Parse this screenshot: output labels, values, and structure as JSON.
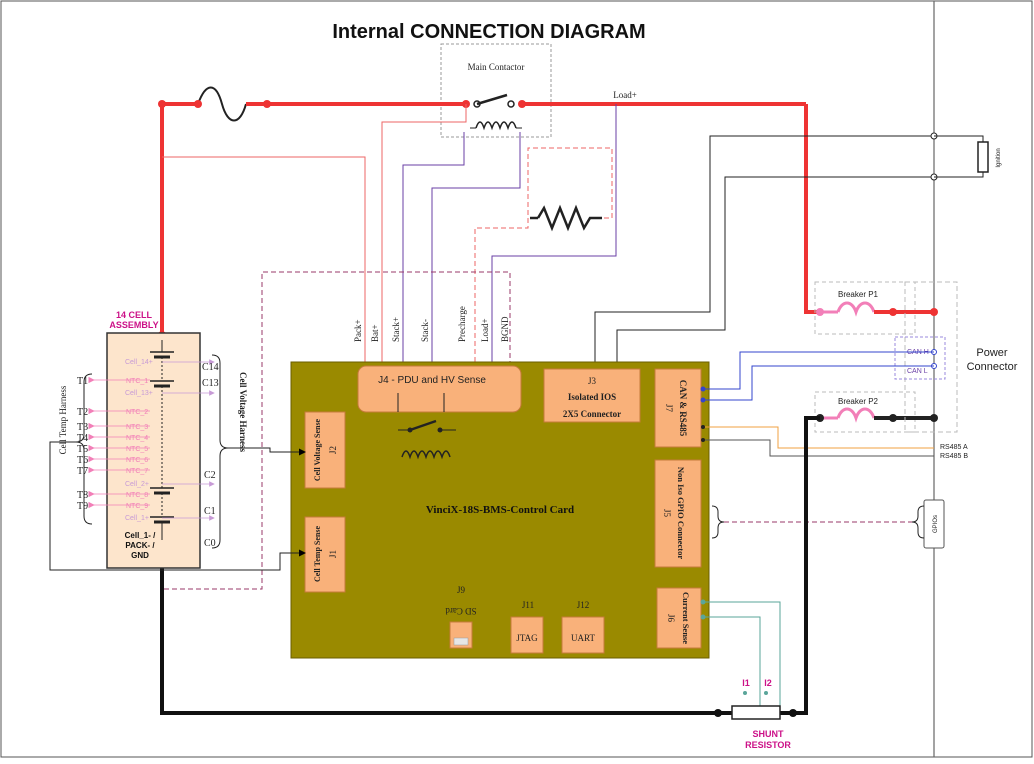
{
  "title": "Internal CONNECTION DIAGRAM",
  "main_contactor": "Main Contactor",
  "load_plus_top": "Load+",
  "ignition": "Ignition",
  "breaker_p1": "Breaker P1",
  "breaker_p2": "Breaker P2",
  "power_connector": [
    "Power",
    "Connector"
  ],
  "can_h": "CAN H",
  "can_l": "CAN L",
  "rs485_a": "RS485 A",
  "rs485_b": "RS485 B",
  "gpios": "GPIOs",
  "cell_assembly": [
    "14 CELL",
    "ASSEMBLY"
  ],
  "cell_temp_harness": "Cell Temp Harness",
  "cell_voltage_harness": "Cell Voltage Harness",
  "cells_left": [
    "Cell_14+",
    "Cell_13+",
    "Cell_2+",
    "Cell_1+"
  ],
  "ntc_labels": [
    "NTC_1",
    "NTC_2",
    "NTC_3",
    "NTC_4",
    "NTC_5",
    "NTC_6",
    "NTC_7",
    "NTC_8",
    "NTC_9"
  ],
  "t_labels": [
    "T1",
    "T2",
    "T3",
    "T4",
    "T5",
    "T6",
    "T7",
    "T8",
    "T9"
  ],
  "c_labels": [
    "C14",
    "C13",
    "C2",
    "C1",
    "C0"
  ],
  "cell_bottom": [
    "Cell_1- /",
    "PACK- /",
    "GND"
  ],
  "wire_labels": [
    "Pack+",
    "Bat+",
    "Stack+",
    "Stack-",
    "Precharge",
    "Load+",
    "BGND"
  ],
  "board_name": "VinciX-18S-BMS-Control Card",
  "j4": "J4 - PDU and HV Sense",
  "j3": [
    "J3",
    "Isolated IOS",
    "2X5 Connector"
  ],
  "j7": [
    "CAN & RS485",
    "J7"
  ],
  "j5": [
    "Non Iso GPIO Connector",
    "J5"
  ],
  "j6": [
    "Current Sense",
    "J6"
  ],
  "j2": [
    "Cell Voltage Sense",
    "J2"
  ],
  "j1": [
    "Cell Temp Sense",
    "J1"
  ],
  "j9": [
    "J9",
    "SD Card"
  ],
  "j11": [
    "J11",
    "JTAG"
  ],
  "j12": [
    "J12",
    "UART"
  ],
  "shunt": [
    "I1",
    "I2",
    "SHUNT",
    "RESISTOR"
  ],
  "colors": {
    "board": "#9a8a00",
    "connector": "#f9b17a",
    "cell_box": "#fde5cc",
    "hv_red": "#ee3333",
    "breaker_pink": "#f27fb8",
    "label_magenta": "#cc1188",
    "can_blue": "#3344cc",
    "rs485_orange": "#f0a040",
    "current_teal": "#5aa59a",
    "purple_wire": "#6a3fa6",
    "dashed_wire": "#9a3a6a"
  }
}
